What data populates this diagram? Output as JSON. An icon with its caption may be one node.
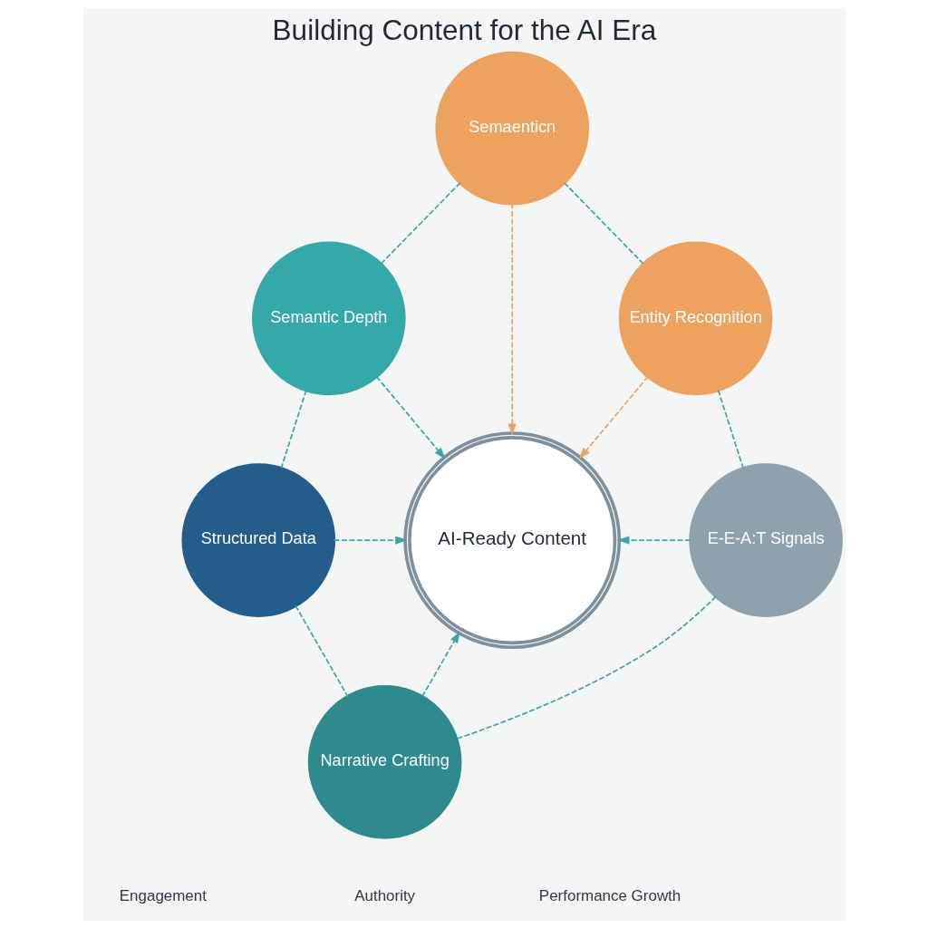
{
  "diagram": {
    "title": "Building Content for the AI Era",
    "nodes": [
      {
        "text": [
          "Semaenticn"
        ]
      },
      {
        "text": [
          "Semantic Depth"
        ]
      },
      {
        "text": [
          "Entity Recognition"
        ]
      },
      {
        "text": [
          "AI-Ready Content"
        ]
      },
      {
        "text": [
          "Structured Data"
        ]
      },
      {
        "text": [
          "E-E-A:T Signals"
        ]
      },
      {
        "text": [
          "Narrative Crafting"
        ]
      }
    ],
    "edges": [
      {
        "from": 0,
        "to": 3,
        "arrow": "to",
        "style": "dashed",
        "color": "#eda35f"
      },
      {
        "from": 1,
        "to": 3,
        "arrow": "to",
        "style": "dashed"
      },
      {
        "from": 2,
        "to": 3,
        "arrow": "to",
        "style": "dashed",
        "color": "#eda35f"
      },
      {
        "from": 4,
        "to": 3,
        "arrow": "to",
        "style": "dashed"
      },
      {
        "from": 5,
        "to": 3,
        "arrow": "to",
        "style": "dashed"
      },
      {
        "from": 6,
        "to": 3,
        "arrow": "to",
        "style": "dashed"
      },
      {
        "from": 0,
        "to": 1,
        "arrow": "none",
        "style": "dashed"
      },
      {
        "from": 0,
        "to": 2,
        "arrow": "none",
        "style": "dashed"
      },
      {
        "from": 1,
        "to": 4,
        "arrow": "none",
        "style": "dashed"
      },
      {
        "from": 2,
        "to": 5,
        "arrow": "none",
        "style": "dashed"
      },
      {
        "from": 4,
        "to": 6,
        "arrow": "none",
        "style": "dashed"
      },
      {
        "from": 5,
        "to": 6,
        "arrow": "none",
        "style": "dashed"
      }
    ],
    "labels": [
      "Engagement",
      "Authority",
      "Performance Growth"
    ]
  }
}
